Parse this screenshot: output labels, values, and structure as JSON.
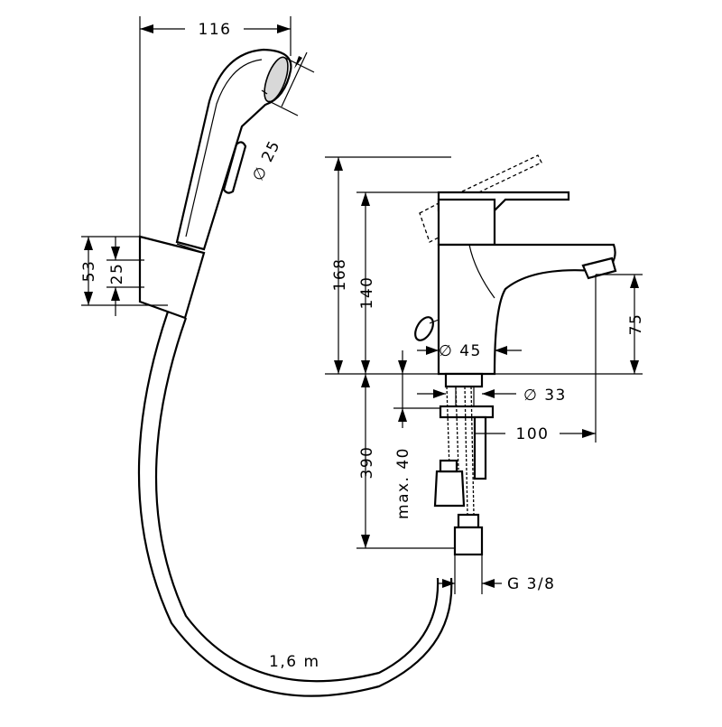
{
  "dimensions": {
    "width_116": "116",
    "dia_25": "∅ 25",
    "height_53": "53",
    "height_25": "25",
    "height_168": "168",
    "height_140": "140",
    "height_75": "75",
    "dia_45": "∅ 45",
    "dia_33": "∅ 33",
    "reach_100": "100",
    "depth_390": "390",
    "max_40": "max. 40",
    "thread": "G 3/8",
    "hose_length": "1,6 m"
  }
}
